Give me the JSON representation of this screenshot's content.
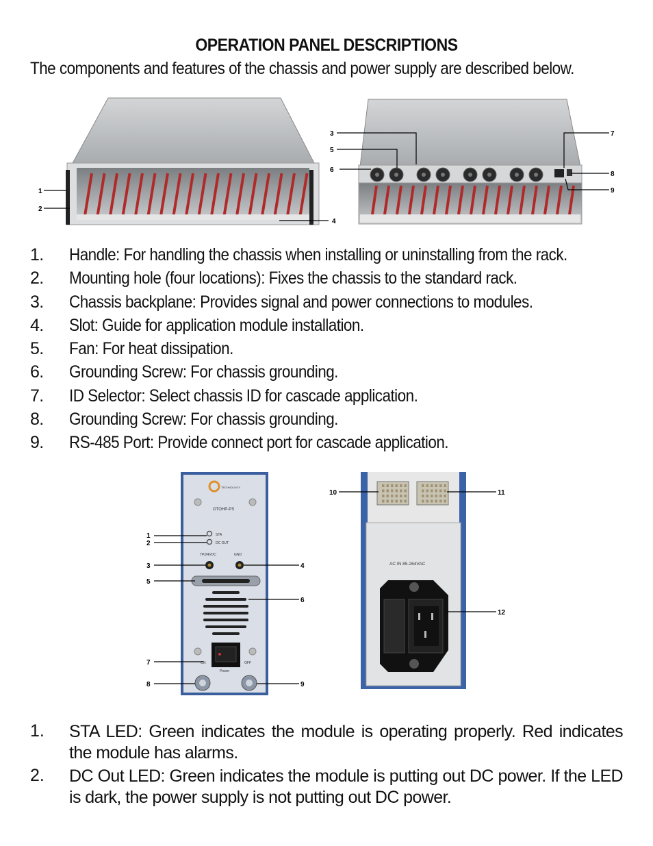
{
  "heading": "OPERATION PANEL DESCRIPTIONS",
  "intro": "The components and features of the chassis and power supply are  described below.",
  "chassis_items": [
    {
      "num": "1.",
      "text": "Handle: For handling the chassis when installing or uninstalling from the rack."
    },
    {
      "num": "2.",
      "text": "Mounting hole (four locations): Fixes the chassis to the standard rack."
    },
    {
      "num": "3.",
      "text": "Chassis backplane: Provides signal and power connections to  modules."
    },
    {
      "num": "4.",
      "text": "Slot: Guide for application module installation."
    },
    {
      "num": "5.",
      "text": "Fan: For heat dissipation."
    },
    {
      "num": "6.",
      "text": "Grounding Screw: For chassis grounding."
    },
    {
      "num": "7.",
      "text": "ID Selector: Select chassis ID for cascade application."
    },
    {
      "num": "8.",
      "text": "Grounding Screw: For chassis grounding."
    },
    {
      "num": "9.",
      "text": "RS-485 Port: Provide connect port for  cascade application."
    }
  ],
  "psu_items": [
    {
      "num": "1.",
      "text": "STA   LED: Green indicates the module is operating properly. Red indicates the module has alarms."
    },
    {
      "num": "2.",
      "text": " DC Out LED: Green indicates the module is putting out DC power. If the LED is dark, the power supply is not putting out DC power."
    }
  ],
  "front_callouts": [
    "1",
    "2",
    "4"
  ],
  "rear_callouts": [
    "3",
    "5",
    "6",
    "7",
    "8",
    "9"
  ],
  "psu_front_callouts": [
    "1",
    "2",
    "3",
    "4",
    "5",
    "6",
    "7",
    "8",
    "9"
  ],
  "psu_rear_callouts": [
    "10",
    "11",
    "12"
  ],
  "psu_front_labels": {
    "logo": "TECHNOLOGY",
    "model": "OTOHP-PS",
    "sta": "STA",
    "dcout": "DC OUT",
    "tp": "TP/24VDC",
    "gnd": "GND",
    "on": "ON",
    "off": "OFF",
    "power": "Power"
  },
  "psu_rear_labels": {
    "ac": "AC IN  85-264VAC"
  },
  "colors": {
    "text": "#111111",
    "chassis_metal": "#b9bcc0",
    "slot_red": "#b02a2a",
    "psu_panel": "#d8dde6",
    "psu_rear_frame": "#3a63a8"
  }
}
